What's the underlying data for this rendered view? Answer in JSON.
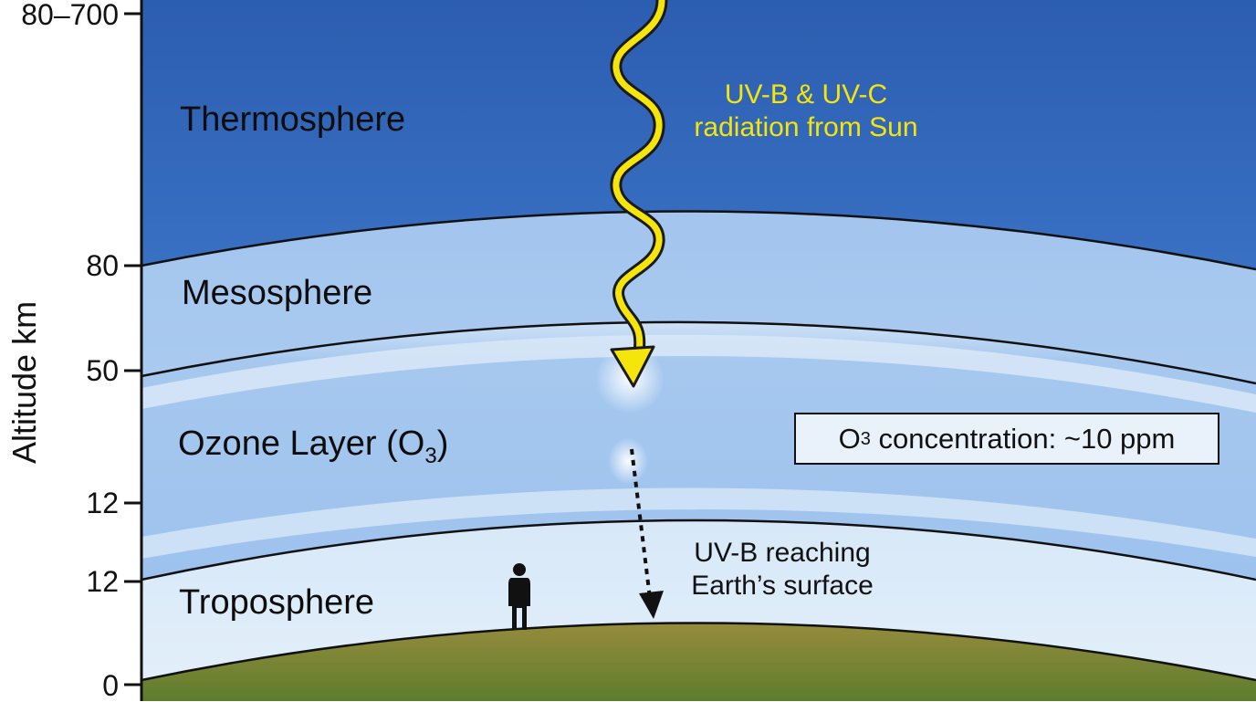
{
  "axis": {
    "title": "Altitude km",
    "ticks": [
      {
        "label": "80–700",
        "value": "80-700"
      },
      {
        "label": "80",
        "value": 80
      },
      {
        "label": "50",
        "value": 50
      },
      {
        "label": "12",
        "value": 12
      },
      {
        "label": "12",
        "value": 12
      },
      {
        "label": "0",
        "value": 0
      }
    ]
  },
  "layers": {
    "thermosphere": "Thermosphere",
    "mesosphere": "Mesosphere",
    "ozone": {
      "text": "Ozone Layer (O",
      "sub": "3",
      "tail": ")"
    },
    "troposphere": "Troposphere"
  },
  "uv_incoming": {
    "line1": "UV-B & UV-C",
    "line2": "radiation from Sun",
    "color": "#f5e50a"
  },
  "uv_surface": {
    "line1": "UV-B reaching",
    "line2": "Earth’s surface"
  },
  "concentration_box": {
    "prefix": "O",
    "sub": "3",
    "text": " concentration: ~10 ppm"
  },
  "colors": {
    "thermosphere_top": "#2f62b5",
    "thermosphere_bottom": "#4c8fe0",
    "mesosphere": "#a9c9ee",
    "ozone": "#9ec2ee",
    "ozone_band": "#d6e6f7",
    "troposphere": "#dcebf8",
    "ground_top": "#8f8a3a",
    "ground_bottom": "#5f7e2e"
  }
}
